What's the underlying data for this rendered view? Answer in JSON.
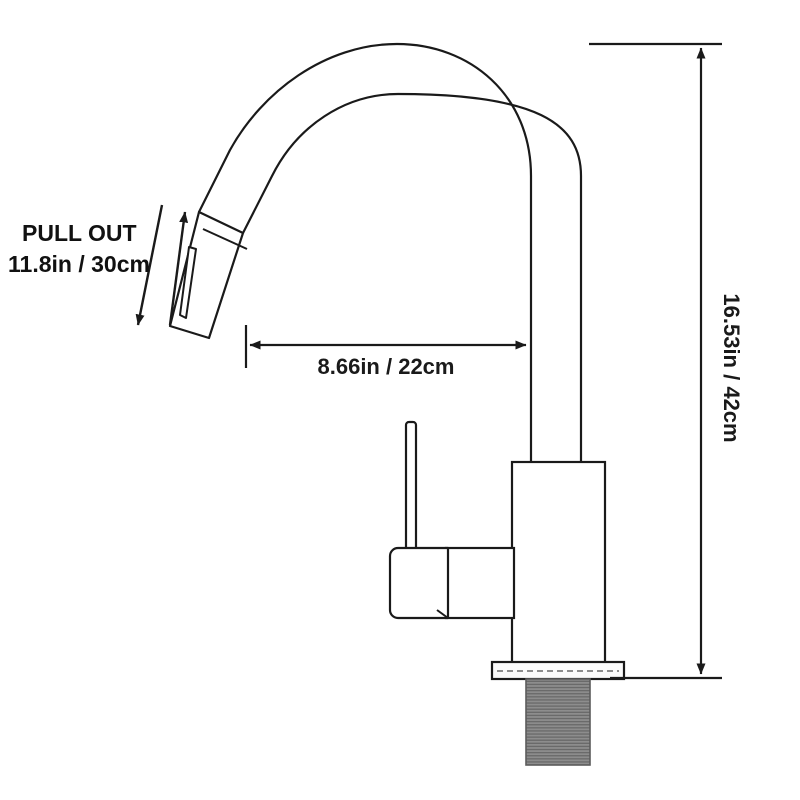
{
  "drawing": {
    "title": "Kitchen Faucet Dimension Drawing",
    "background_color": "#ffffff",
    "line_color": "#1a1a1a",
    "thread_color_light": "#8d8d8d",
    "thread_color_dark": "#6d6d6d",
    "plate_fill": "#fbfbfb"
  },
  "annotations": {
    "pull_out_label": "PULL OUT",
    "pull_out_value": "11.8in / 30cm",
    "reach_value": "8.66in / 22cm",
    "height_value": "16.53in / 42cm"
  },
  "measurements": [
    {
      "name": "pull-out",
      "label": "PULL OUT",
      "value": "11.8in / 30cm",
      "orientation": "diagonal"
    },
    {
      "name": "spout-reach",
      "label": "",
      "value": "8.66in / 22cm",
      "orientation": "horizontal"
    },
    {
      "name": "overall-height",
      "label": "",
      "value": "16.53in / 42cm",
      "orientation": "vertical"
    }
  ],
  "parts": [
    {
      "name": "gooseneck-spout"
    },
    {
      "name": "pull-out-sprayer-head"
    },
    {
      "name": "faucet-body"
    },
    {
      "name": "lever-handle"
    },
    {
      "name": "escutcheon-plate"
    },
    {
      "name": "threaded-shank"
    }
  ]
}
